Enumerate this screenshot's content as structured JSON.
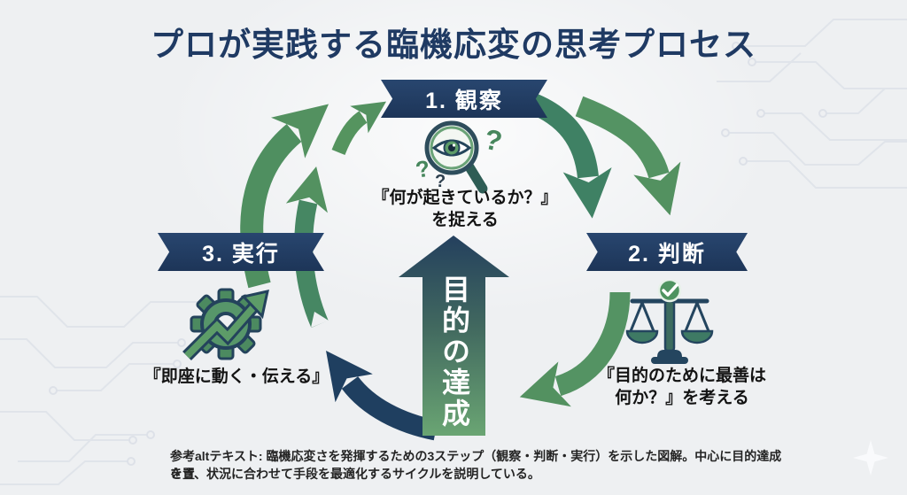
{
  "title": "プロが実践する臨機応変の思考プロセス",
  "steps": [
    {
      "label": "1. 観察",
      "icon": "magnifier-eye-icon",
      "desc_lines": [
        "『何が起きているか？』",
        "を捉える"
      ]
    },
    {
      "label": "2. 判断",
      "icon": "balance-scale-icon",
      "desc_lines": [
        "『目的のために最善は",
        "何か？』を考える"
      ]
    },
    {
      "label": "3. 実行",
      "icon": "gear-growth-arrow-icon",
      "desc_lines": [
        "『即座に動く・伝える』"
      ]
    }
  ],
  "center_arrow": {
    "label": "目的の達成"
  },
  "caption": {
    "line1": "参考altテキスト: 臨機応変さを発揮するための3ステップ（観察・判断・実行）を示した図解。中心に目的達成を置",
    "line2": "きき、状況に合わせて手段を最適化するサイクルを説明している。"
  },
  "colors": {
    "navy": "#1f3a63",
    "banner_navy": "#1d3558",
    "green": "#539160",
    "teal": "#3f8164",
    "background": "#eef0f2",
    "text_black": "#131313",
    "white": "#ffffff"
  }
}
